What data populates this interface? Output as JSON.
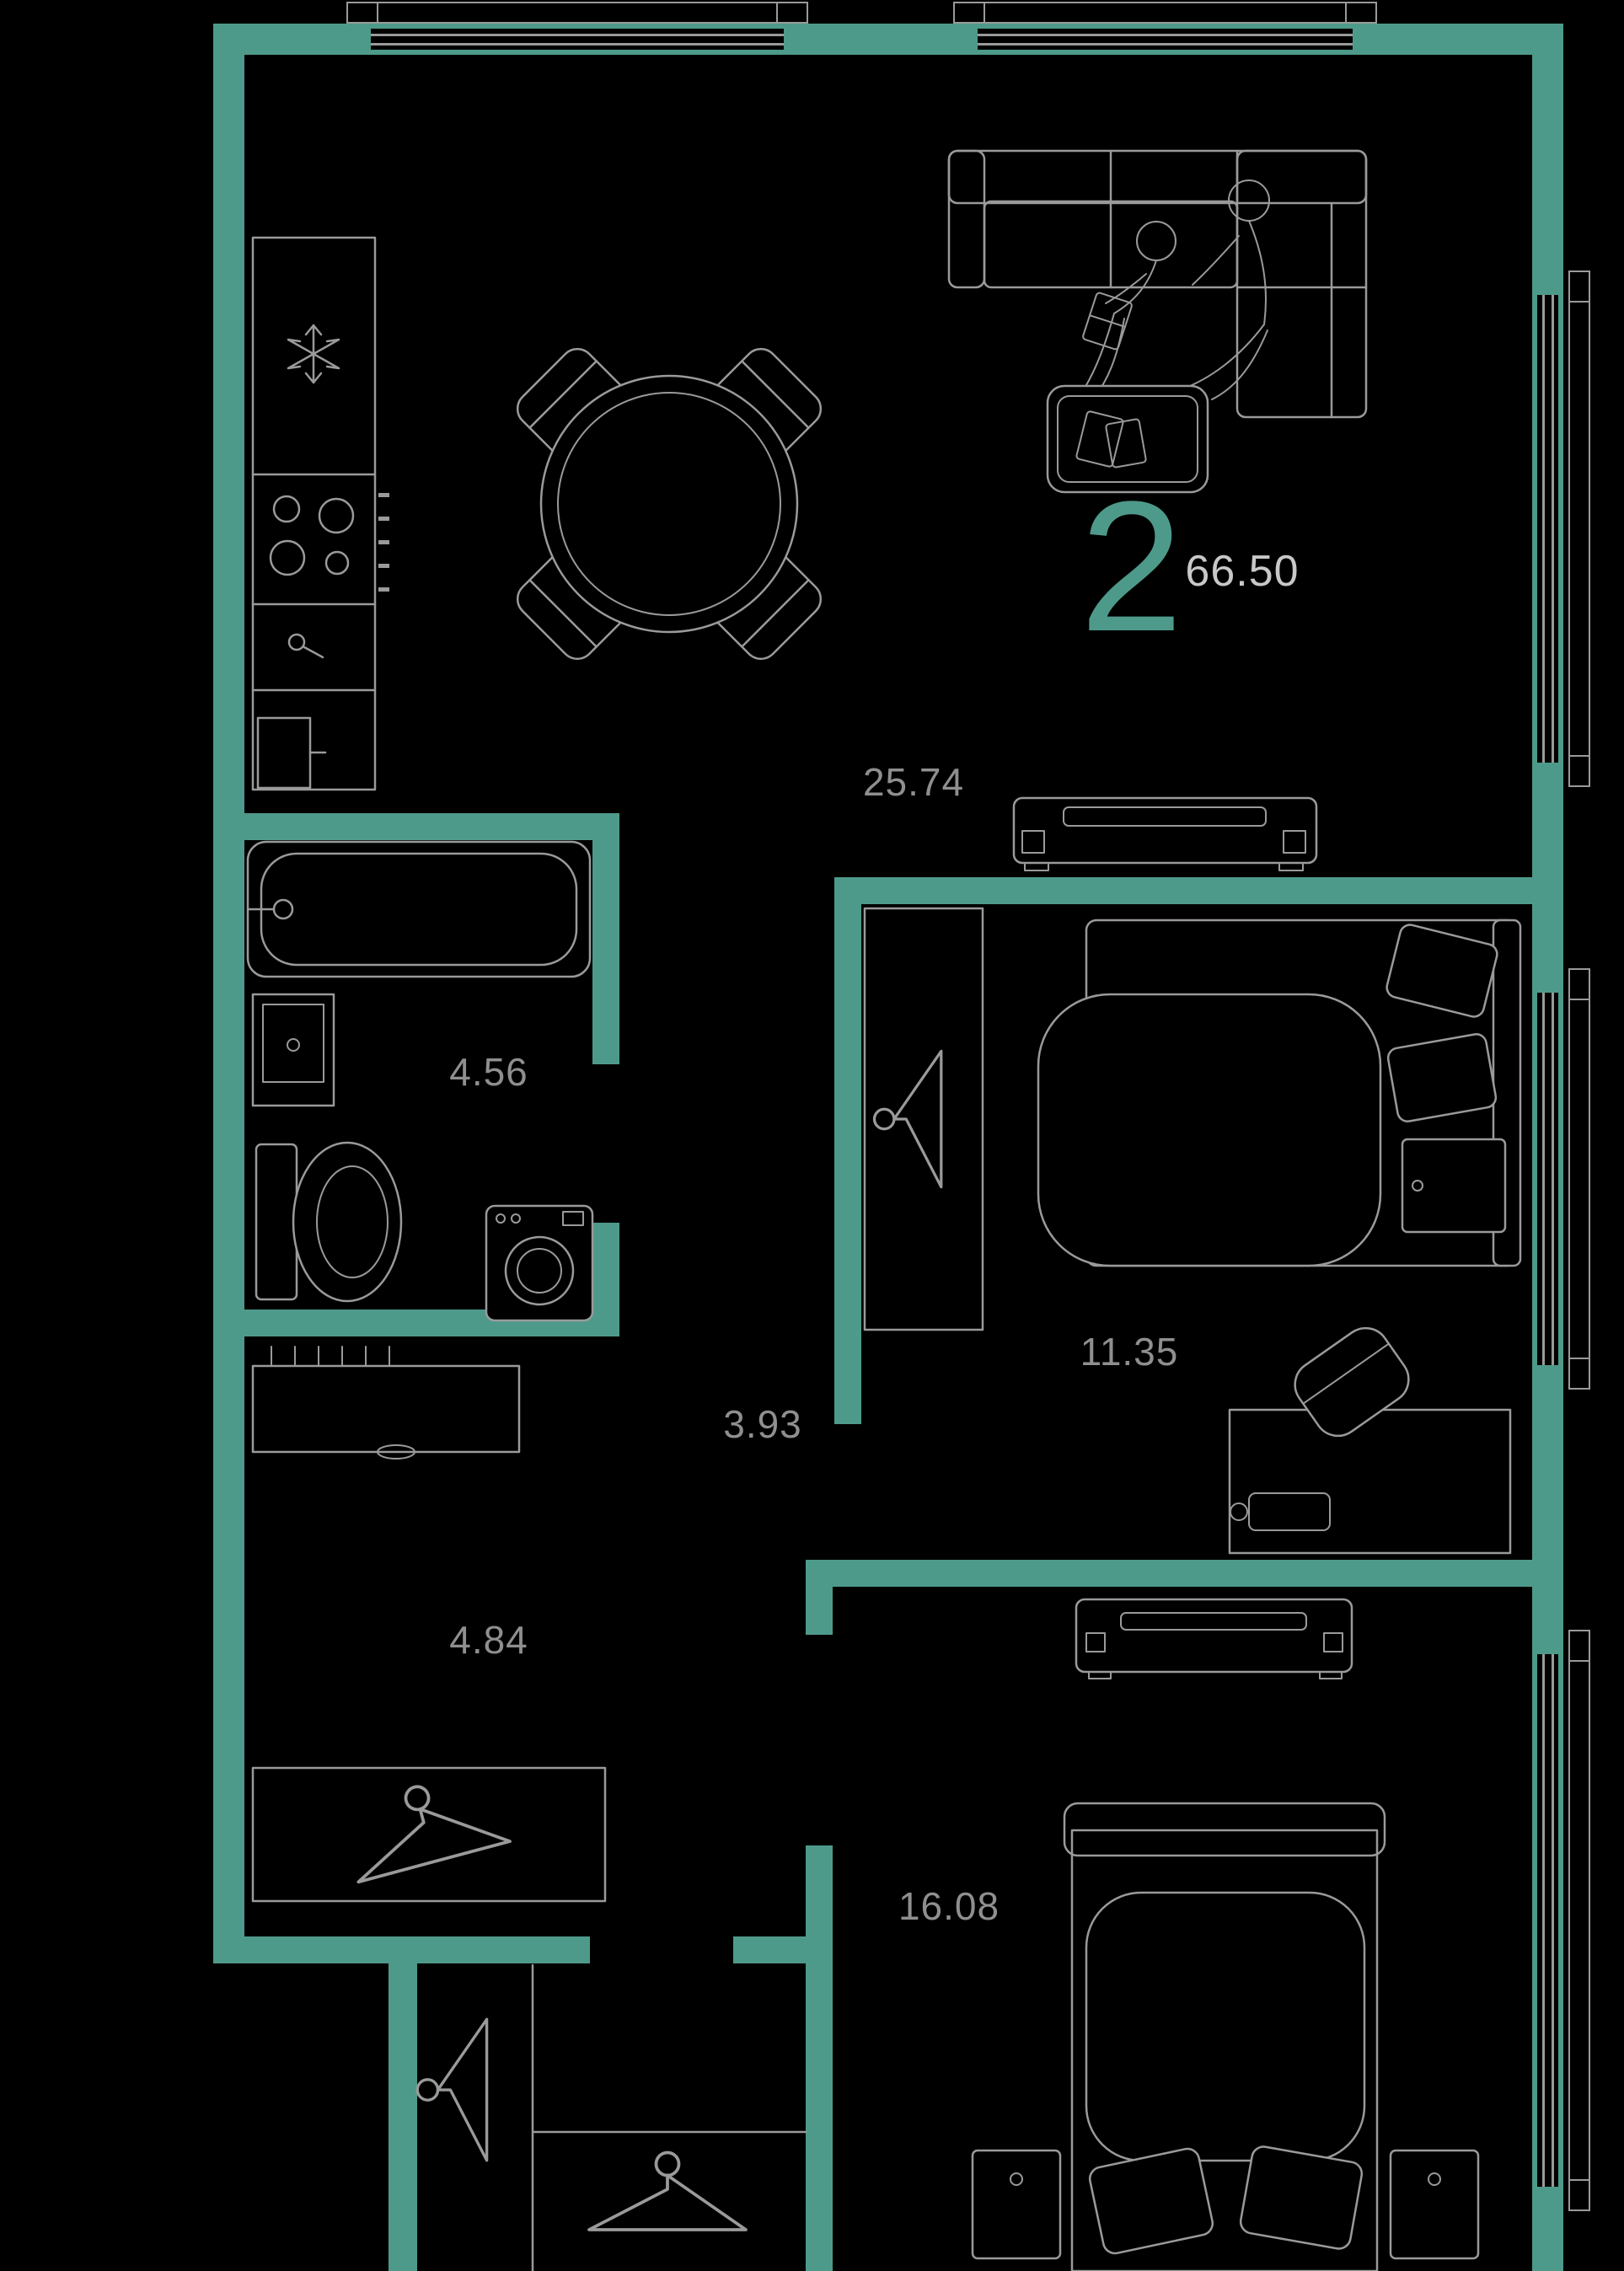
{
  "plan": {
    "rooms_count": "2",
    "total_area": "66.50",
    "areas": {
      "kitchen_living": "25.74",
      "bathroom": "4.56",
      "hall": "3.93",
      "bedroom_1": "11.35",
      "hall_2": "4.84",
      "bedroom_2": "16.08"
    }
  },
  "colors": {
    "wall": "#4e9a8a",
    "background": "#000000",
    "furniture_line": "#9a9a9a",
    "label_text": "#8f8f8f",
    "accent_text": "#4e9a8a",
    "total_area_text": "#c8c8c8"
  }
}
